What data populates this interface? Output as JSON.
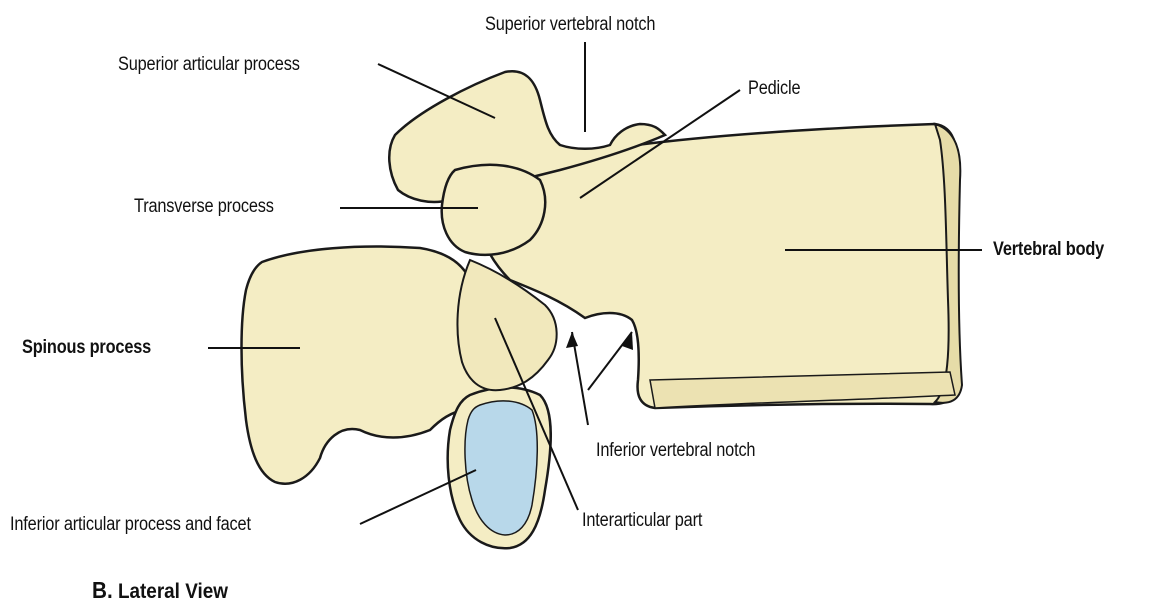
{
  "colors": {
    "bone": "#f4edc4",
    "bone_shadow": "#e6dca8",
    "outline": "#1a1a1a",
    "facet": "#b8d8ea",
    "text": "#111111"
  },
  "labels": {
    "superior_vertebral_notch": "Superior vertebral notch",
    "superior_articular_process": "Superior articular process",
    "pedicle": "Pedicle",
    "transverse_process": "Transverse process",
    "vertebral_body": "Vertebral body",
    "spinous_process": "Spinous process",
    "inferior_vertebral_notch": "Inferior vertebral notch",
    "inferior_articular_process_and_facet": "Inferior articular process and facet",
    "interarticular_part": "Interarticular part"
  },
  "caption": {
    "letter": "B.",
    "title": "Lateral View"
  }
}
